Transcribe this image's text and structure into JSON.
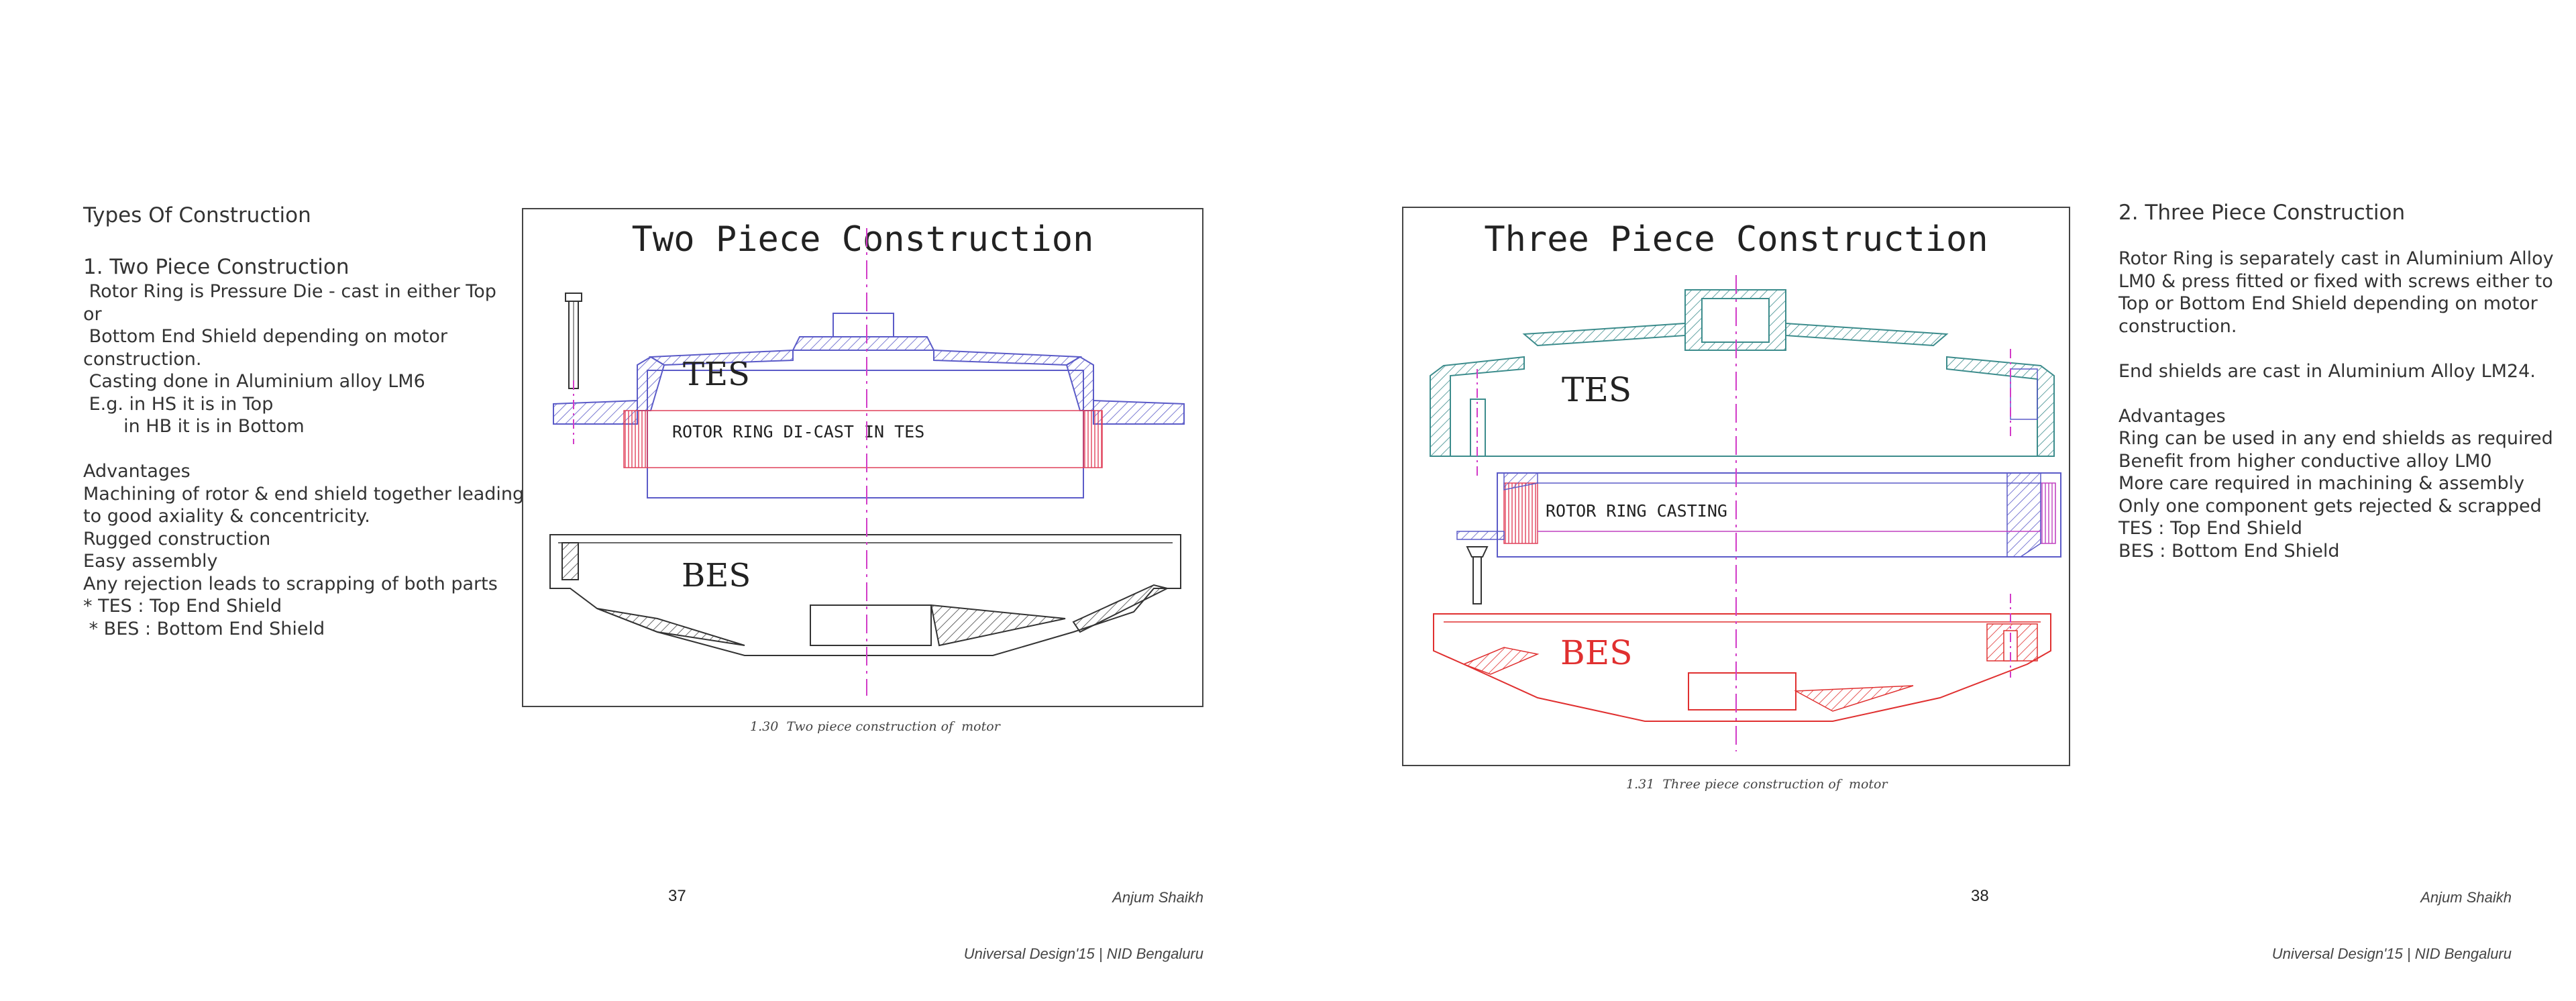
{
  "left_page": {
    "heading": "Types Of Construction",
    "section_title": "1. Two Piece Construction",
    "lines": [
      " Rotor Ring is Pressure Die - cast in either Top",
      "or",
      " Bottom End Shield depending on motor",
      "construction.",
      " Casting done in Aluminium alloy LM6",
      " E.g. in HS it is in Top",
      "       in HB it is in Bottom",
      "",
      "Advantages",
      "Machining of rotor & end shield together leading",
      "to good axiality & concentricity.",
      "Rugged construction",
      "Easy assembly",
      "Any rejection leads to scrapping of both parts",
      "* TES : Top End Shield",
      " * BES : Bottom End Shield"
    ],
    "figure": {
      "title": "Two Piece Construction",
      "label_top": "TES",
      "label_ring": "ROTOR RING DI-CAST IN TES",
      "label_bottom": "BES",
      "caption": "1.30  Two piece construction of  motor"
    },
    "author": "Anjum Shaikh",
    "affiliation": "Universal Design'15 | NID Bengaluru",
    "page_number": "37"
  },
  "right_page": {
    "section_title": "2. Three Piece Construction",
    "lines": [
      "Rotor Ring is separately cast in Aluminium Alloy",
      "LM0 & press fitted or fixed with screws either to",
      "Top or Bottom End Shield depending on motor",
      "construction.",
      "",
      "End shields are cast in Aluminium Alloy LM24.",
      "",
      "Advantages",
      "Ring can be used in any end shields as required",
      "Benefit from higher conductive alloy LM0",
      "More care required in machining & assembly",
      "Only one component gets rejected & scrapped",
      "TES : Top End Shield",
      "BES : Bottom End Shield"
    ],
    "figure": {
      "title": "Three Piece Construction",
      "label_top": "TES",
      "label_ring": "ROTOR RING CASTING",
      "label_bottom": "BES",
      "caption": "1.31  Three piece construction of  motor"
    },
    "author": "Anjum Shaikh",
    "affiliation": "Universal Design'15 | NID Bengaluru",
    "page_number": "38"
  },
  "colors": {
    "text": "#333333",
    "tes_blue": "#5b5bc8",
    "rotor_red": "#e0405a",
    "centerline_magenta": "#d23cc8",
    "bes_red": "#e03030",
    "tes_teal": "#3c8c8c",
    "outline_dark": "#333333"
  }
}
